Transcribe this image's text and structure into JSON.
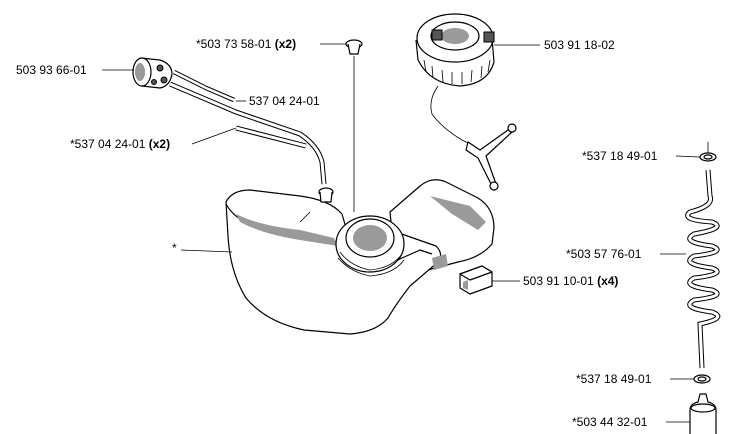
{
  "labels": {
    "grommet": "503 93 66-01",
    "check_valve": "*503 73 58-01",
    "check_valve_qty": "(x2)",
    "tank_cap": "503 91 18-02",
    "fuel_hose_1": "537 04 24-01",
    "fuel_hose_2": "*537 04 24-01",
    "fuel_hose_2_qty": "(x2)",
    "fuel_tank": "*",
    "rubber_mount": "503 91 10-01",
    "rubber_mount_qty": "(x4)",
    "o_ring_top": "*537 18 49-01",
    "spiral_hose": "*503 57 76-01",
    "o_ring_bottom": "*537 18 49-01",
    "filter": "*503 44 32-01"
  }
}
